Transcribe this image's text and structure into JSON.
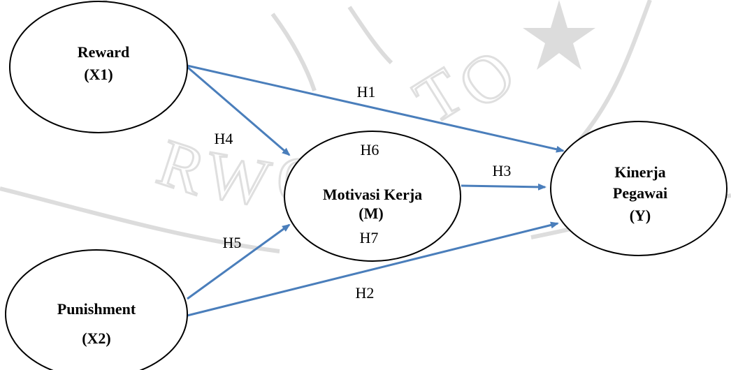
{
  "diagram": {
    "colors": {
      "arrow": "#4a7ebb",
      "node_stroke": "#000000",
      "node_fill": "#ffffff",
      "watermark": "#d9d9d9"
    },
    "nodes": {
      "reward": {
        "line1": "Reward",
        "line2": "(X1)"
      },
      "punishment": {
        "line1": "Punishment",
        "line2": "(X2)"
      },
      "motivasi": {
        "line1": "Motivasi Kerja",
        "line2": "(M)"
      },
      "kinerja": {
        "line1": "Kinerja",
        "line2": "Pegawai",
        "line3": "(Y)"
      }
    },
    "edges": {
      "h1": "H1",
      "h2": "H2",
      "h3": "H3",
      "h4": "H4",
      "h5": "H5",
      "h6": "H6",
      "h7": "H7"
    }
  }
}
